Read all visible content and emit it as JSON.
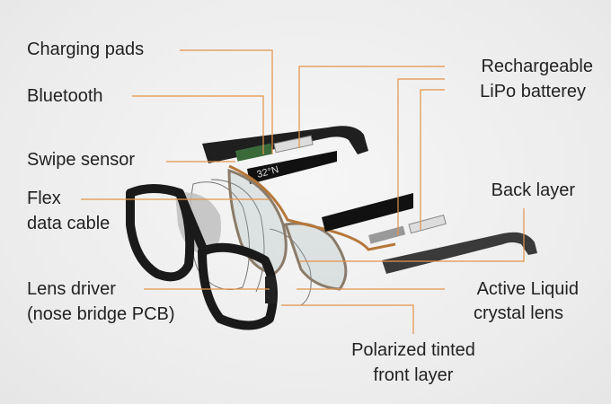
{
  "labels": {
    "charging_pads": "Charging pads",
    "bluetooth": "Bluetooth",
    "swipe_sensor": "Swipe sensor",
    "flex_line1": "Flex",
    "flex_line2": "data cable",
    "lens_driver_line1": "Lens driver",
    "lens_driver_line2": "(nose bridge PCB)",
    "rechargeable_line1": "Rechargeable",
    "rechargeable_line2": "LiPo batterey",
    "back_layer": "Back layer",
    "active_lc_line1": "Active Liquid",
    "active_lc_line2": "crystal lens",
    "polarized_line1": "Polarized tinted",
    "polarized_line2": "front layer"
  },
  "temple_print": "32°N",
  "colors": {
    "leader_line": "#e4934a",
    "text": "#222222",
    "frame": "#1c1c1c",
    "flex": "#b5783a"
  }
}
